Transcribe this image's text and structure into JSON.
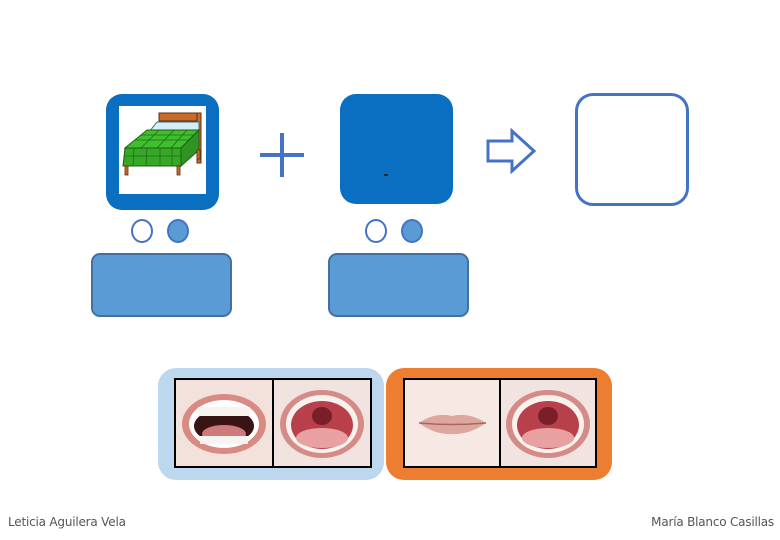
{
  "cards": {
    "first_picture": "bed",
    "second_picture": "",
    "result_picture": ""
  },
  "operators": {
    "plus": "plus-icon",
    "arrow": "arrow-right-icon"
  },
  "mouth_strips": {
    "first": [
      "mouth-open-wide-photo",
      "mouth-open-throat-photo"
    ],
    "second": [
      "lips-closed-photo",
      "mouth-open-throat-photo"
    ]
  },
  "colors": {
    "card_blue": "#0b6fc1",
    "label_blue": "#5b9bd5",
    "outline_blue": "#4472c4",
    "strip_light_blue": "#bdd7ee",
    "strip_orange": "#ed7d31"
  },
  "credits": {
    "left": "Leticia Aguilera Vela",
    "right": "María Blanco Casillas"
  }
}
